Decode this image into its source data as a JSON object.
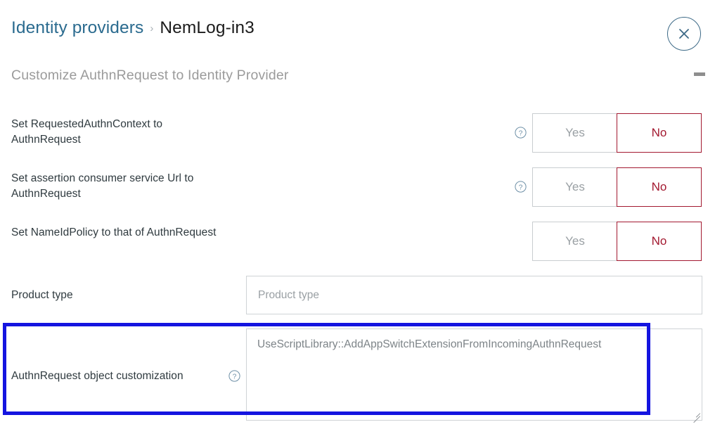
{
  "breadcrumb": {
    "parent": "Identity providers",
    "separator": "›",
    "current": "NemLog-in3"
  },
  "close_button": {
    "name": "close-icon",
    "color": "#3d6a87"
  },
  "section": {
    "title": "Customize AuthnRequest to Identity Provider",
    "collapse_label": ""
  },
  "rows": [
    {
      "label": "Set RequestedAuthnContext to AuthnRequest",
      "has_help": true,
      "options": [
        "Yes",
        "No"
      ],
      "selected": "No"
    },
    {
      "label": "Set assertion consumer service Url to AuthnRequest",
      "has_help": true,
      "options": [
        "Yes",
        "No"
      ],
      "selected": "No"
    },
    {
      "label": "Set NameIdPolicy to that of AuthnRequest",
      "has_help": false,
      "options": [
        "Yes",
        "No"
      ],
      "selected": "No"
    }
  ],
  "product_type": {
    "label": "Product type",
    "placeholder": "Product type",
    "value": ""
  },
  "authnrequest_customization": {
    "label": "AuthnRequest object customization",
    "has_help": true,
    "value": "UseScriptLibrary::AddAppSwitchExtensionFromIncomingAuthnRequest",
    "placeholder": ""
  },
  "annotation": {
    "color": "#1414e0",
    "target": "AuthnRequest object customization"
  },
  "colors": {
    "accent_link": "#2b6b8f",
    "selected_no": "#a31930",
    "unselected": "#9aa0a4",
    "border": "#cfd3d6",
    "muted_heading": "#9b9b9b"
  }
}
